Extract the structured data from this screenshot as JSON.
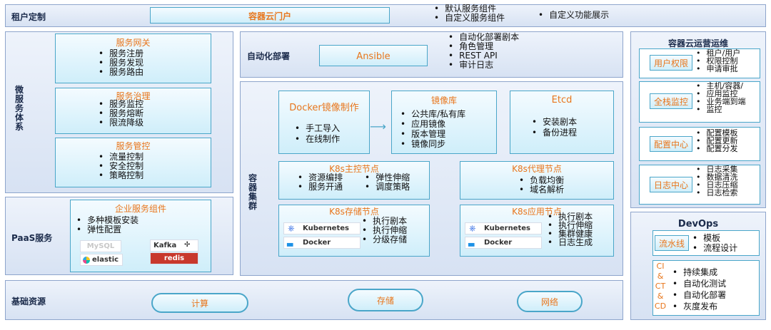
{
  "tenant": {
    "label": "租户定制",
    "portal": "容器云门户",
    "items1": [
      "默认服务组件",
      "自定义服务组件"
    ],
    "items2": [
      "自定义功能展示"
    ]
  },
  "micro": {
    "label": "微服务体系",
    "gateway": {
      "title": "服务网关",
      "items": [
        "服务注册",
        "服务发现",
        "服务路由"
      ]
    },
    "governance": {
      "title": "服务治理",
      "items": [
        "服务监控",
        "服务熔断",
        "限流降级"
      ]
    },
    "control": {
      "title": "服务管控",
      "items": [
        "流量控制",
        "安全控制",
        "策略控制"
      ]
    }
  },
  "paas": {
    "label": "PaaS服务",
    "title": "企业服务组件",
    "items": [
      "多种模板安装",
      "弹性配置"
    ],
    "logos": [
      "MySQL",
      "Kafka",
      "elastic",
      "redis"
    ]
  },
  "auto": {
    "label": "自动化部署",
    "tool": "Ansible",
    "items": [
      "自动化部署剧本",
      "角色管理",
      "REST API",
      "审计日志"
    ]
  },
  "cluster": {
    "label": "容器集群",
    "docker": {
      "title": "Docker镜像制作",
      "items": [
        "手工导入",
        "在线制作"
      ]
    },
    "registry": {
      "title": "镜像库",
      "items": [
        "公共库/私有库",
        "应用镜像",
        "版本管理",
        "镜像同步"
      ]
    },
    "etcd": {
      "title": "Etcd",
      "items": [
        "安装剧本",
        "备份进程"
      ]
    },
    "master": {
      "title": "K8s主控节点",
      "items": [
        "资源编排",
        "服务开通",
        "弹性伸缩",
        "调度策略"
      ]
    },
    "proxy": {
      "title": "K8s代理节点",
      "items": [
        "负载均衡",
        "域名解析"
      ]
    },
    "storage": {
      "title": "K8s存储节点",
      "items": [
        "执行剧本",
        "执行伸缩",
        "分级存储"
      ]
    },
    "app": {
      "title": "K8s应用节点",
      "items": [
        "执行剧本",
        "执行伸缩",
        "集群健康",
        "日志生成"
      ]
    },
    "kubernetes": "Kubernetes",
    "docker_logo": "Docker"
  },
  "infra": {
    "label": "基础资源",
    "clouds": [
      "计算",
      "存储",
      "网络"
    ]
  },
  "ops": {
    "title": "容器云运营运维",
    "rows": [
      {
        "name": "用户权限",
        "items": [
          "租户/用户",
          "权限控制",
          "申请审批"
        ]
      },
      {
        "name": "全栈监控",
        "items": [
          "主机/容器/",
          "应用监控",
          "业务端到端",
          "监控"
        ]
      },
      {
        "name": "配置中心",
        "items": [
          "配置模板",
          "配置更新",
          "配置分发"
        ]
      },
      {
        "name": "日志中心",
        "items": [
          "日志采集",
          "数据清洗",
          "日志压缩",
          "日志检索"
        ]
      }
    ]
  },
  "devops": {
    "title": "DevOps",
    "pipeline": "流水线",
    "pipeline_items": [
      "模板",
      "流程设计"
    ],
    "cict": [
      "CI",
      "&",
      "CT",
      "&",
      "CD"
    ],
    "cict_items": [
      "持续集成",
      "自动化测试",
      "自动化部署",
      "灰度发布"
    ]
  }
}
